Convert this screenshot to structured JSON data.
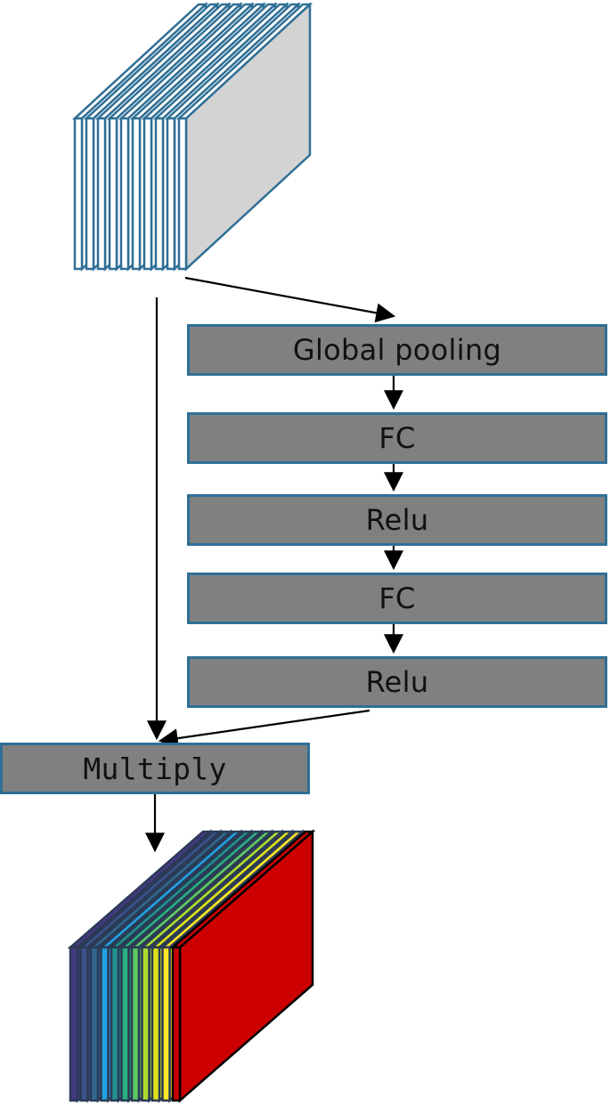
{
  "blocks": {
    "global_pooling": "Global pooling",
    "fc1": "FC",
    "relu1": "Relu",
    "fc2": "FC",
    "relu2": "Relu",
    "multiply": "Multiply"
  },
  "colors": {
    "box_fill": "#808080",
    "box_border": "#2f6f96",
    "input_slice_edge": "#2f6f96",
    "input_front_face": "#d3d3d3",
    "output_front_face": "#cc0000",
    "output_slices": [
      "#443983",
      "#3b528b",
      "#31688e",
      "#21a0e0",
      "#21918c",
      "#28ae80",
      "#5ec962",
      "#addc30",
      "#dde318",
      "#fde725",
      "#f0c419"
    ]
  },
  "icons": {
    "input": "feature-map-stack-icon",
    "output": "recalibrated-feature-map-stack-icon"
  }
}
